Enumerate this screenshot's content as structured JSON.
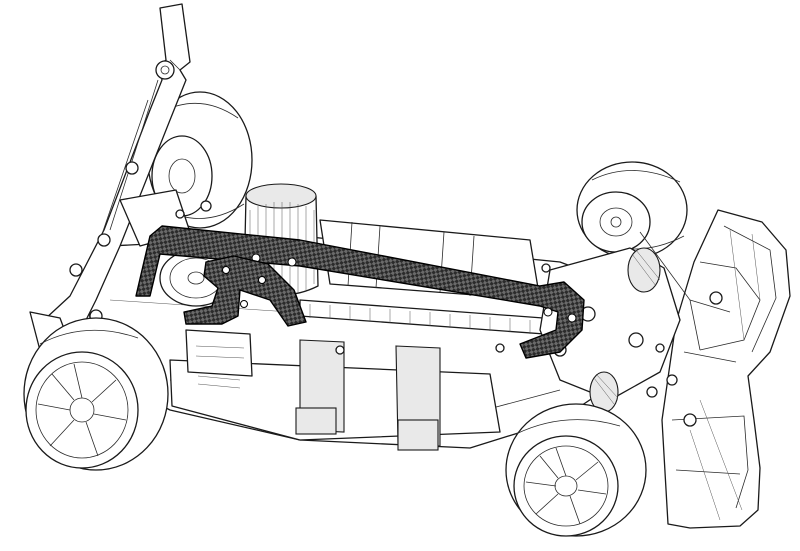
{
  "colors": {
    "background": "#ffffff",
    "line": "#1a1a1a",
    "carbon_fiber": "#2b2b2b",
    "carbon_weave_light": "#6a6a6a"
  },
  "parts": [
    "front-left-wheel",
    "front-right-wheel",
    "rear-left-wheel",
    "rear-right-wheel",
    "front-bumper",
    "rear-wing",
    "chassis-plate",
    "top-deck",
    "electric-motor",
    "battery-pack",
    "steering-servo",
    "shock-tower"
  ]
}
